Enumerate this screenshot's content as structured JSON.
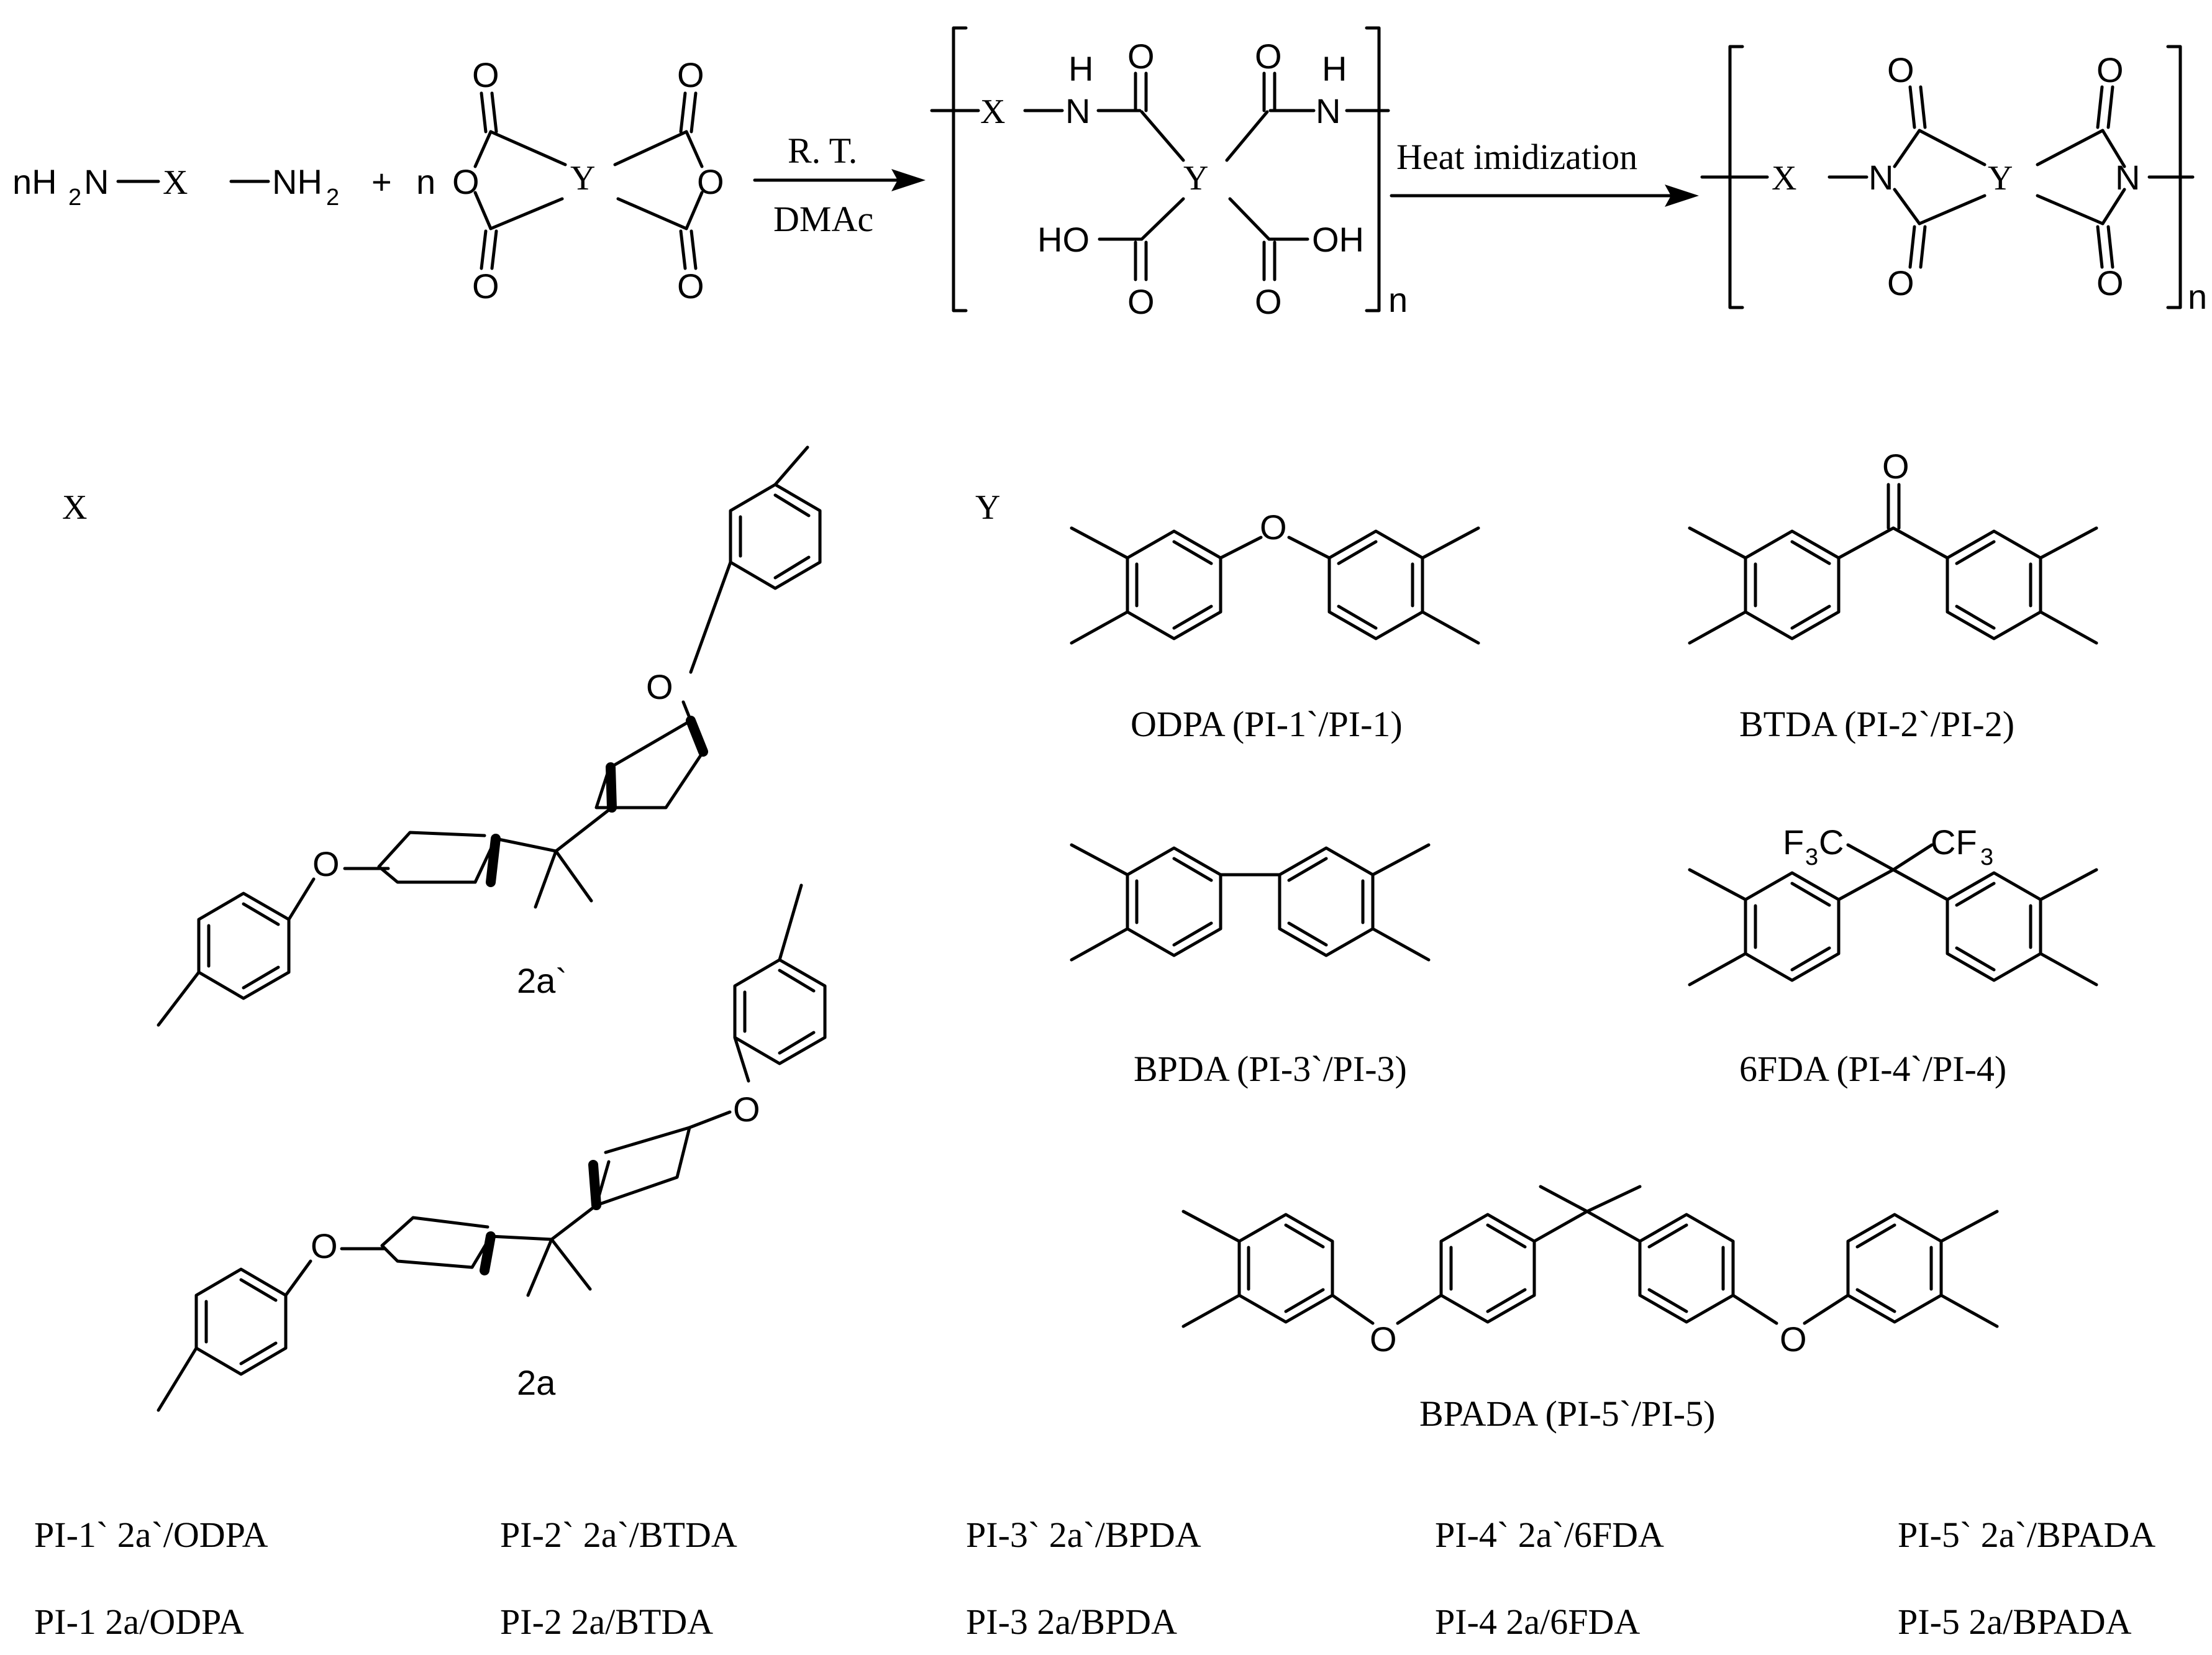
{
  "reaction": {
    "reactant_amine": {
      "prefix": "nH",
      "sub2": "2",
      "n_label": "N",
      "x": "X",
      "tail": "NH",
      "tail_sub": "2"
    },
    "plus": "+",
    "n": "n",
    "dianhydride_core": "Y",
    "conditions_top": "R. T.",
    "conditions_bottom": "DMAc",
    "amic_acid": {
      "x": "X",
      "h1": "H",
      "n1": "N",
      "h2": "H",
      "n2": "N",
      "y": "Y",
      "ho": "HO",
      "oh": "OH",
      "o": "O",
      "n_sub": "n"
    },
    "step2_label": "Heat imidization",
    "polyimide": {
      "x": "X",
      "n1": "N",
      "n2": "N",
      "y": "Y",
      "o": "O",
      "n_sub": "n"
    }
  },
  "x_panel": {
    "title": "X",
    "structures": [
      {
        "id": "2a`",
        "label": "2a`",
        "o": "O"
      },
      {
        "id": "2a",
        "label": "2a",
        "o": "O"
      }
    ]
  },
  "y_panel": {
    "title": "Y",
    "structures": [
      {
        "id": "ODPA",
        "caption": "ODPA (PI-1`/PI-1)",
        "atom": "O"
      },
      {
        "id": "BTDA",
        "caption": "BTDA (PI-2`/PI-2)",
        "atom": "O"
      },
      {
        "id": "BPDA",
        "caption": "BPDA (PI-3`/PI-3)"
      },
      {
        "id": "6FDA",
        "caption": "6FDA (PI-4`/PI-4)",
        "cf3_left": "F",
        "cf3_left_sub": "3",
        "cf3_left_c": "C",
        "cf3_right": "CF",
        "cf3_right_sub": "3"
      },
      {
        "id": "BPADA",
        "caption": "BPADA (PI-5`/PI-5)",
        "atom": "O"
      }
    ]
  },
  "legend": {
    "row1": [
      "PI-1` 2a`/ODPA",
      "PI-2` 2a`/BTDA",
      "PI-3` 2a`/BPDA",
      "PI-4` 2a`/6FDA",
      "PI-5` 2a`/BPADA"
    ],
    "row2": [
      "PI-1 2a/ODPA",
      "PI-2 2a/BTDA",
      "PI-3 2a/BPDA",
      "PI-4 2a/6FDA",
      "PI-5 2a/BPADA"
    ]
  }
}
